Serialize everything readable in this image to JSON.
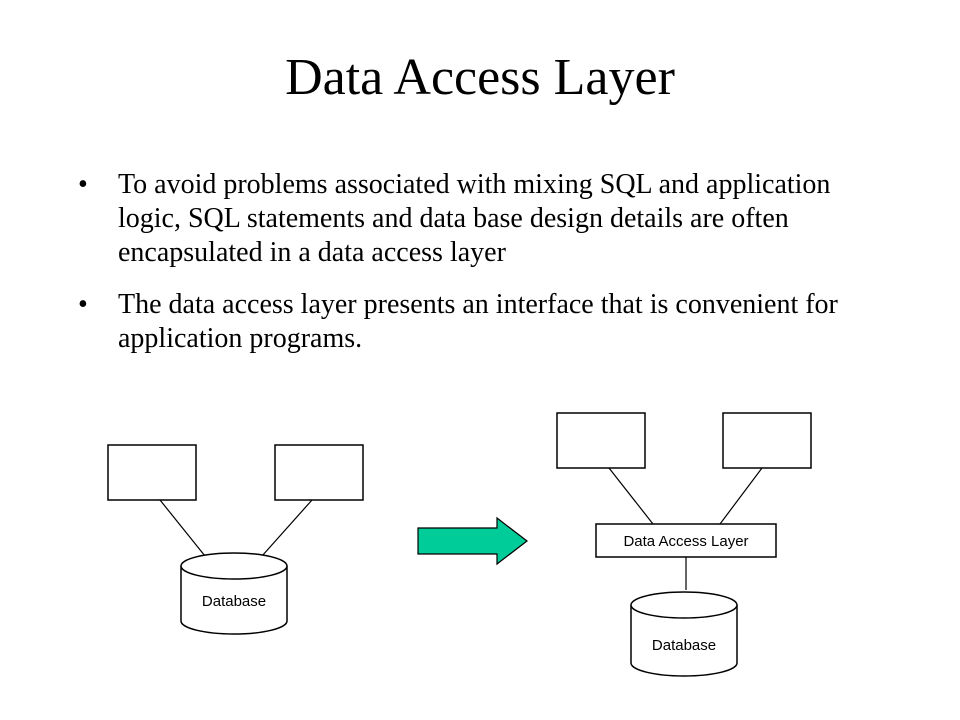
{
  "slide": {
    "title": "Data Access Layer",
    "bullet_marker": "•",
    "bullets": [
      "To avoid problems associated with mixing SQL and application logic, SQL statements and data base design details are often encapsulated in a data access layer",
      "The data access layer presents an interface that is convenient for application programs."
    ]
  },
  "diagram": {
    "before": {
      "database_label": "Database"
    },
    "after": {
      "layer_label": "Data Access Layer",
      "database_label": "Database"
    },
    "arrow_color": "#00CC99"
  }
}
